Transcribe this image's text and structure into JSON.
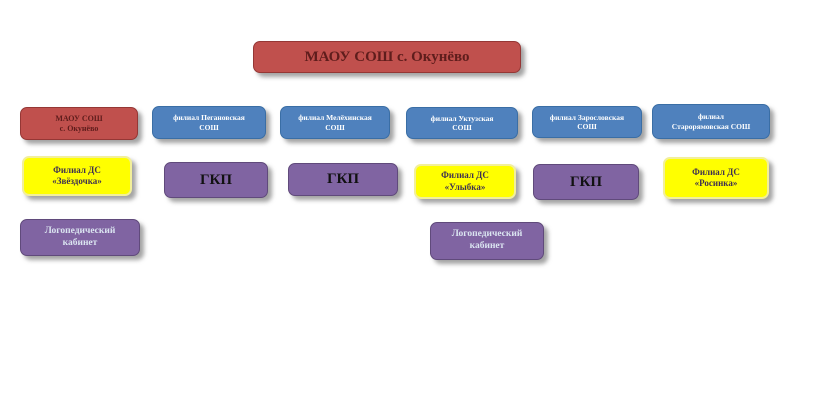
{
  "title": "МАОУ СОШ с. Окунёво",
  "row2": {
    "main_school": "МАОУ СОШ\nс. Окунёво",
    "branches": [
      "филиал Пегановская\nСОШ",
      "филиал Мелёхинская\nСОШ",
      "филиал Уктузская\nСОШ",
      "филиал Зарословская\nСОШ",
      "филиал\nСтарорямовская СОШ"
    ]
  },
  "row3": {
    "kindergarten_zvezdochka": "Филиал ДС\n«Звёздочка»",
    "gkp_labels": [
      "ГКП",
      "ГКП",
      "ГКП"
    ],
    "kindergarten_ulybka": "Филиал ДС\n«Улыбка»",
    "kindergarten_rosinka": "Филиал ДС\n«Росинка»"
  },
  "row4": {
    "speech_rooms": [
      "Логопедический\nкабинет",
      "Логопедический\nкабинет"
    ]
  },
  "colors": {
    "main_red": "#c0504d",
    "branch_blue": "#4f81bd",
    "kindergarten_yellow": "#ffff00",
    "unit_purple": "#8064a2",
    "title_text": "#5f1d1c",
    "branch_text": "#ffffff",
    "kindergarten_text": "#3f3151",
    "speech_text": "#dbe5f1"
  }
}
